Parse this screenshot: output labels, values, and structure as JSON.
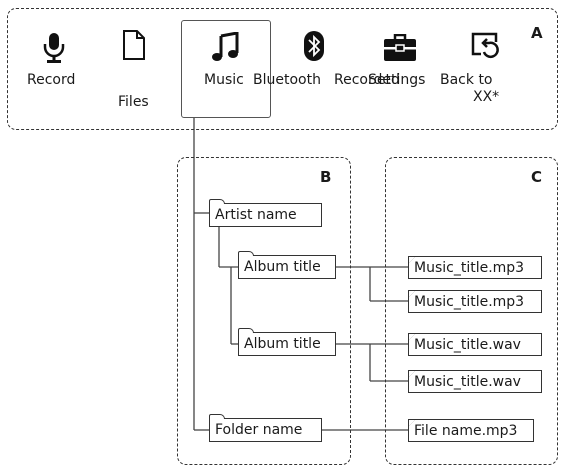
{
  "menu": {
    "items": [
      {
        "label": "Record",
        "icon": "microphone-icon"
      },
      {
        "label": "Files",
        "icon": "document-icon"
      },
      {
        "label": "Music",
        "icon": "music-note-icon"
      },
      {
        "label": "Bluetooth",
        "icon": "bluetooth-icon"
      },
      {
        "label": "Recorded",
        "icon": "toolbox-icon"
      },
      {
        "label": "Settings",
        "icon": "toolbox-icon"
      },
      {
        "label": "Back to",
        "label2": "XX*",
        "icon": "back-icon"
      }
    ],
    "selected": "Music"
  },
  "labels": {
    "a": "A",
    "b": "B",
    "c": "C"
  },
  "tree": {
    "artist": "Artist name",
    "album1": "Album title",
    "album2": "Album title",
    "folder": "Folder name",
    "files": {
      "f1": "Music_title.mp3",
      "f2": "Music_title.mp3",
      "f3": "Music_title.wav",
      "f4": "Music_title.wav",
      "f5": "File name.mp3"
    }
  }
}
